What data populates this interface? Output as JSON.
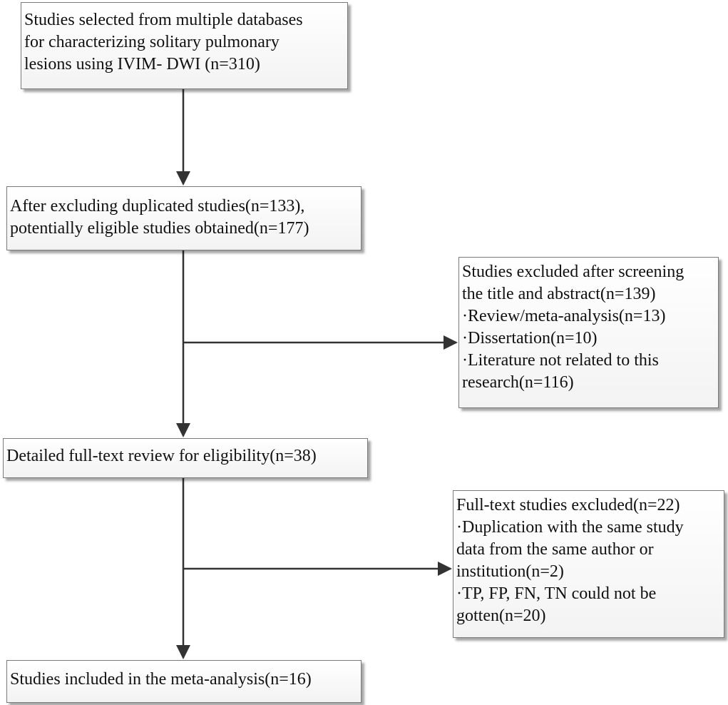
{
  "flow": {
    "studies_selected": [
      "Studies selected from multiple databases",
      "for characterizing solitary pulmonary",
      "lesions using IVIM- DWI (n=310)"
    ],
    "after_duplicates": [
      "After excluding duplicated studies(n=133),",
      "potentially eligible studies obtained(n=177)"
    ],
    "excluded_screening": [
      "Studies excluded after screening",
      "the title and abstract(n=139)",
      "·Review/meta-analysis(n=13)",
      "·Dissertation(n=10)",
      "·Literature not related to this",
      "research(n=116)"
    ],
    "fulltext_review": [
      "Detailed full-text review for eligibility(n=38)"
    ],
    "fulltext_excluded": [
      "Full-text studies excluded(n=22)",
      "·Duplication with the same study",
      "data from the same author or",
      "institution(n=2)",
      "·TP, FP, FN, TN could not be",
      "gotten(n=20)"
    ],
    "included": [
      "Studies included in the meta-analysis(n=16)"
    ]
  },
  "colors": {
    "line": "#333333",
    "box_border": "#7a7a7a"
  }
}
